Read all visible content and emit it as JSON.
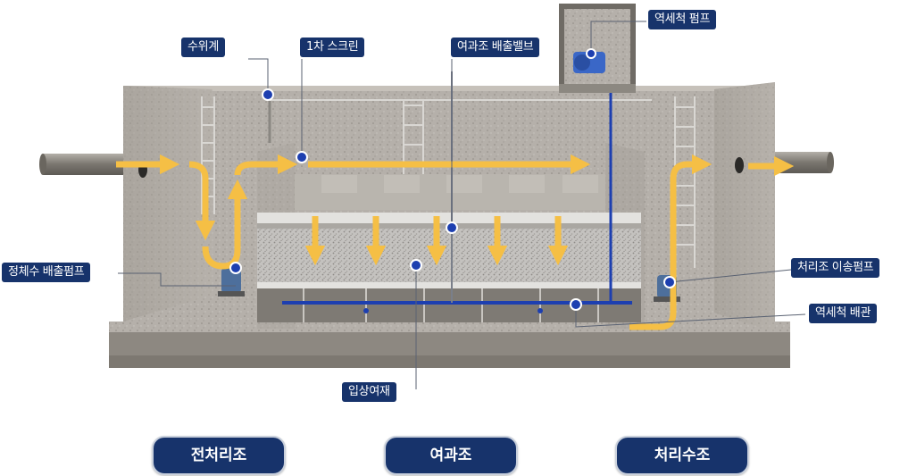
{
  "callouts": {
    "water_level_gauge": "수위계",
    "primary_screen": "1차 스크린",
    "filter_drain_valve": "여과조 배출밸브",
    "backwash_pump": "역세척 펌프",
    "clean_water_pump": "정체수 배출펌프",
    "treated_transfer_pump": "처리조 이송펌프",
    "backwash_piping": "역세척 배관",
    "granular_media": "입상여재"
  },
  "zones": {
    "pretreatment": "전처리조",
    "filtration": "여과조",
    "treated_water": "처리수조"
  },
  "colors": {
    "flow_arrow": "#f5bf45",
    "label_bg": "#17336b",
    "pipe_blue": "#1d3fb0",
    "concrete": "#a9a49d"
  }
}
